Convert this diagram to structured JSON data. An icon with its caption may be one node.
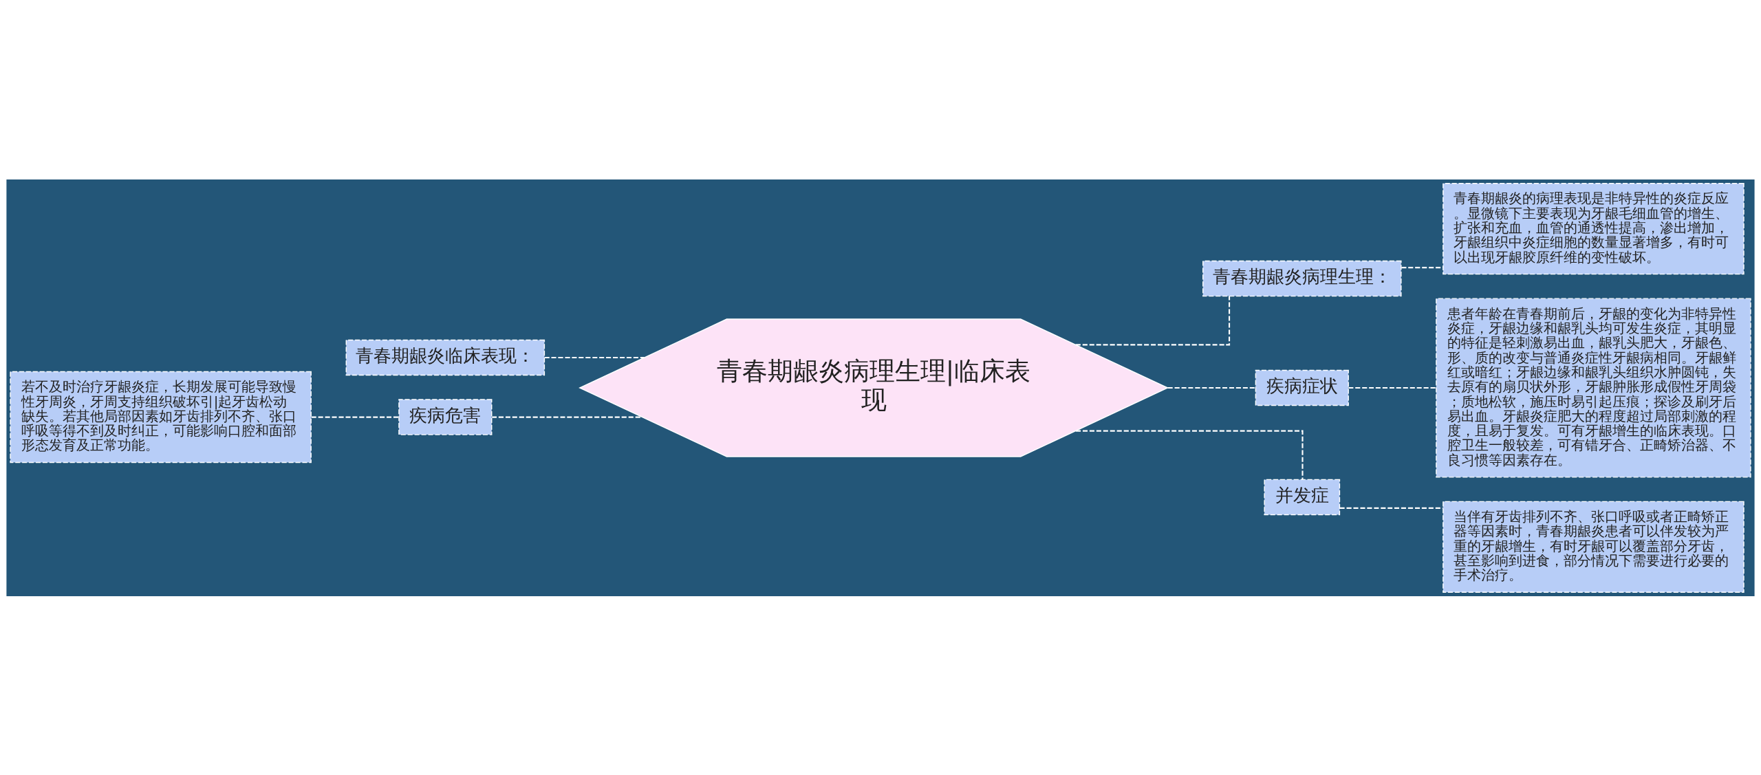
{
  "diagram": {
    "nodes": [
      {
        "text": [
          "青春期龈炎病理生理|临床表现"
        ]
      },
      {
        "text": [
          "青春期龈炎临床表现："
        ]
      },
      {
        "text": [
          "疾病危害"
        ]
      },
      {
        "text": [
          "若不及时治疗牙龈炎症，长期发展可能导致慢性牙周炎，牙周支持组织破坏引|起牙齿松动缺失。若其他局部因素如牙齿排列不齐、张口呼吸等得不到及时纠正，可能影响口腔和面部形态发育及正常功能。"
        ]
      },
      {
        "text": [
          "青春期龈炎病理生理："
        ]
      },
      {
        "text": [
          "青春期龈炎的病理表现是非特异性的炎症反应。显微镜下主要表现为牙龈毛细血管的增生、扩张和充血，血管的通透性提高，渗出增加，牙龈组织中炎症细胞的数量显著增多，有时可以出现牙龈胶原纤维的变性破坏。"
        ]
      },
      {
        "text": [
          "疾病症状"
        ]
      },
      {
        "text": [
          "患者年龄在青春期前后，牙龈的变化为非特异性炎症，牙龈边缘和龈乳头均可发生炎症，其明显的特征是轻刺激易出血，龈乳头肥大，牙龈色、形、质的改变与普通炎症性牙龈病相同。牙龈鲜红或暗红；牙龈边缘和龈乳头组织水肿圆钝，失去原有的扇贝状外形，牙龈肿胀形成假性牙周袋；质地松软，施压时易引起压痕；探诊及刷牙后易出血。牙龈炎症肥大的程度超过局部刺激的程度，且易于复发。可有牙龈增生的临床表现。口腔卫生一般较差，可有错牙合、正畸矫治器、不良习惯等因素存在。"
        ]
      },
      {
        "text": [
          "并发症"
        ]
      },
      {
        "text": [
          "当伴有牙齿排列不齐、张口呼吸或者正畸矫正器等因素时，青春期龈炎患者可以伴发较为严重的牙龈增生，有时牙龈可以覆盖部分牙齿，甚至影响到进食，部分情况下需要进行必要的手术治疗。"
        ]
      }
    ],
    "edges": [
      {
        "from": 0,
        "to": 1,
        "arrow": "none",
        "style": "dashed"
      },
      {
        "from": 0,
        "to": 2,
        "arrow": "none",
        "style": "dashed"
      },
      {
        "from": 2,
        "to": 3,
        "arrow": "none",
        "style": "dashed"
      },
      {
        "from": 0,
        "to": 4,
        "arrow": "none",
        "style": "dashed"
      },
      {
        "from": 4,
        "to": 5,
        "arrow": "none",
        "style": "dashed"
      },
      {
        "from": 0,
        "to": 6,
        "arrow": "none",
        "style": "dashed"
      },
      {
        "from": 6,
        "to": 7,
        "arrow": "none",
        "style": "dashed"
      },
      {
        "from": 0,
        "to": 8,
        "arrow": "none",
        "style": "dashed"
      },
      {
        "from": 8,
        "to": 9,
        "arrow": "none",
        "style": "dashed"
      }
    ]
  }
}
